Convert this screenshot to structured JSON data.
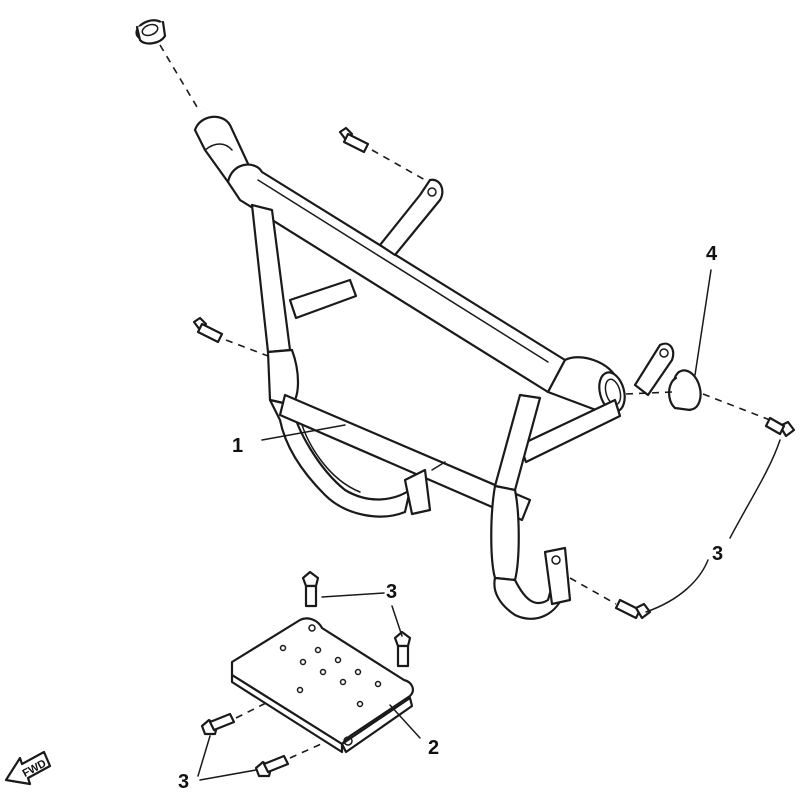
{
  "callouts": {
    "frame": "1",
    "mount_plate": "2",
    "bolt_right": "3",
    "bolt_plate_top": "3",
    "bolt_plate_bottom": "3",
    "end_cap": "4"
  },
  "direction_badge": "FWD",
  "colors": {
    "line": "#1a1a1a",
    "background": "#ffffff"
  }
}
